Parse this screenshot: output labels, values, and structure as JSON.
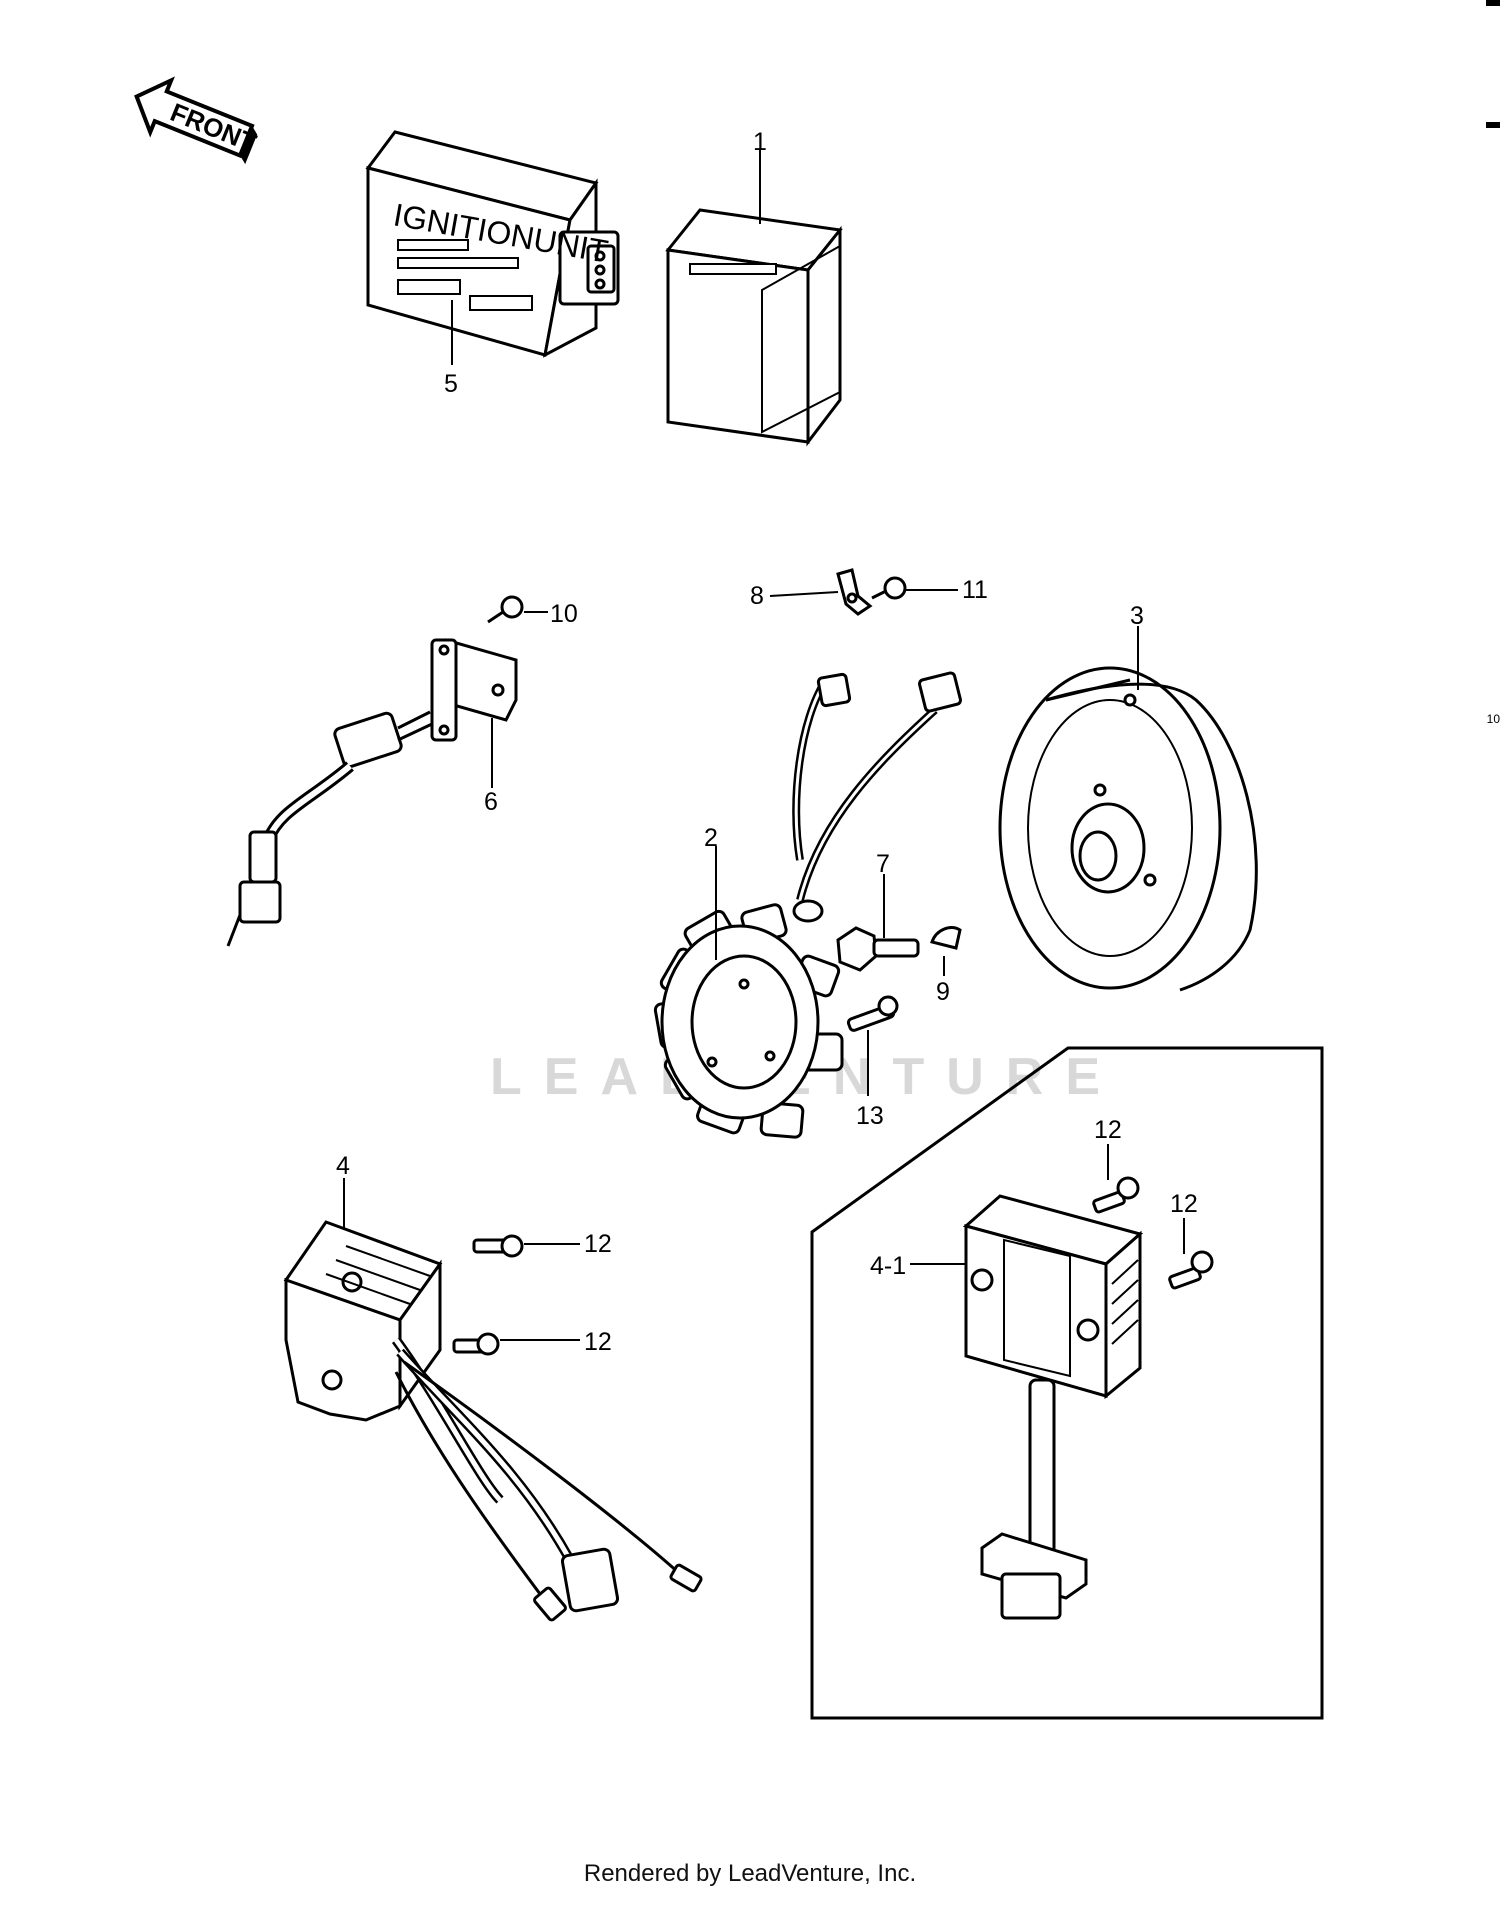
{
  "front_arrow": {
    "label": "FRONT"
  },
  "ignition_unit": {
    "label": "IGNITIONUNIT"
  },
  "callouts": {
    "p1": "1",
    "p2": "2",
    "p3": "3",
    "p4": "4",
    "p4_1": "4-1",
    "p5": "5",
    "p6": "6",
    "p7": "7",
    "p8": "8",
    "p9": "9",
    "p10": "10",
    "p11": "11",
    "p12a": "12",
    "p12b": "12",
    "p12c": "12",
    "p12d": "12",
    "p13": "13"
  },
  "watermark": "LEADVENTURE",
  "edge_label": "10",
  "footer": "Rendered by LeadVenture, Inc."
}
